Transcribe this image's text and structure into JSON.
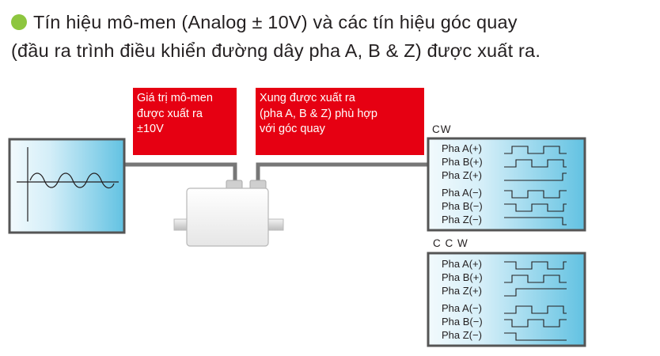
{
  "heading": {
    "line1": "Tín hiệu mô-men (Analog ± 10V) và các tín hiệu góc quay",
    "line2": "(đầu ra trình điều khiển đường dây pha A, B & Z) được xuất ra.",
    "bullet_color": "#8dc63f"
  },
  "callouts": {
    "torque": [
      "Giá trị mô-men",
      "được xuất ra",
      "±10V"
    ],
    "pulse": [
      "Xung được xuất ra",
      "(pha A, B & Z) phù hợp",
      "với góc quay"
    ],
    "color": "#e60012"
  },
  "panels": {
    "cw": {
      "title": "CW",
      "labels": [
        "Pha A(+)",
        "Pha B(+)",
        "Pha Z(+)",
        "Pha A(−)",
        "Pha B(−)",
        "Pha Z(−)"
      ]
    },
    "ccw": {
      "title": "C C W",
      "labels": [
        "Pha A(+)",
        "Pha B(+)",
        "Pha Z(+)",
        "Pha A(−)",
        "Pha B(−)",
        "Pha Z(−)"
      ]
    }
  },
  "colors": {
    "panel_light": "#eaf6fb",
    "panel_dark": "#6ec6e3",
    "frame": "#555555"
  }
}
